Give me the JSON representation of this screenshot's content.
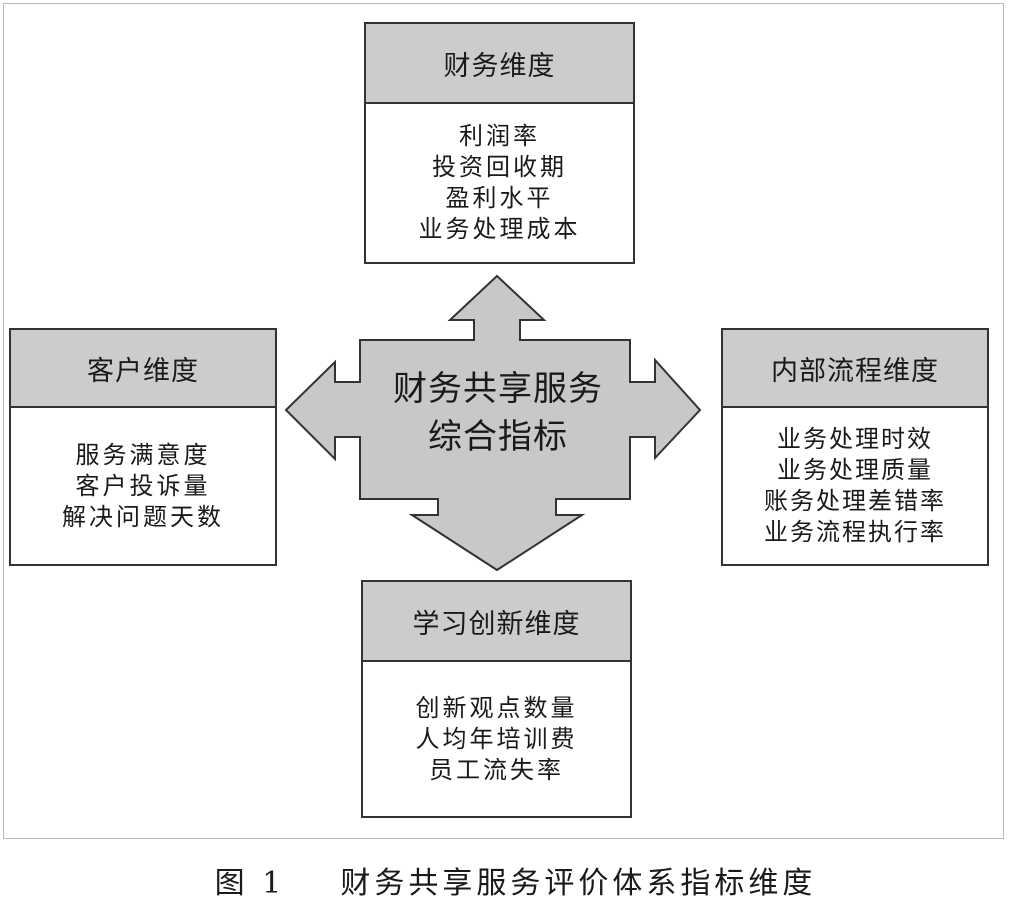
{
  "center": {
    "line1": "财务共享服务",
    "line2": "综合指标"
  },
  "dimensions": {
    "financial": {
      "title": "财务维度",
      "items": [
        "利润率",
        "投资回收期",
        "盈利水平",
        "业务处理成本"
      ]
    },
    "customer": {
      "title": "客户维度",
      "items": [
        "服务满意度",
        "客户投诉量",
        "解决问题天数"
      ]
    },
    "internal": {
      "title": "内部流程维度",
      "items": [
        "业务处理时效",
        "业务处理质量",
        "账务处理差错率",
        "业务流程执行率"
      ]
    },
    "learning": {
      "title": "学习创新维度",
      "items": [
        "创新观点数量",
        "人均年培训费",
        "员工流失率"
      ]
    }
  },
  "caption": {
    "label": "图 1",
    "text": "财务共享服务评价体系指标维度"
  },
  "colors": {
    "header_fill": "#cccccc",
    "arrow_fill": "#c8c8c8",
    "border": "#333333"
  }
}
